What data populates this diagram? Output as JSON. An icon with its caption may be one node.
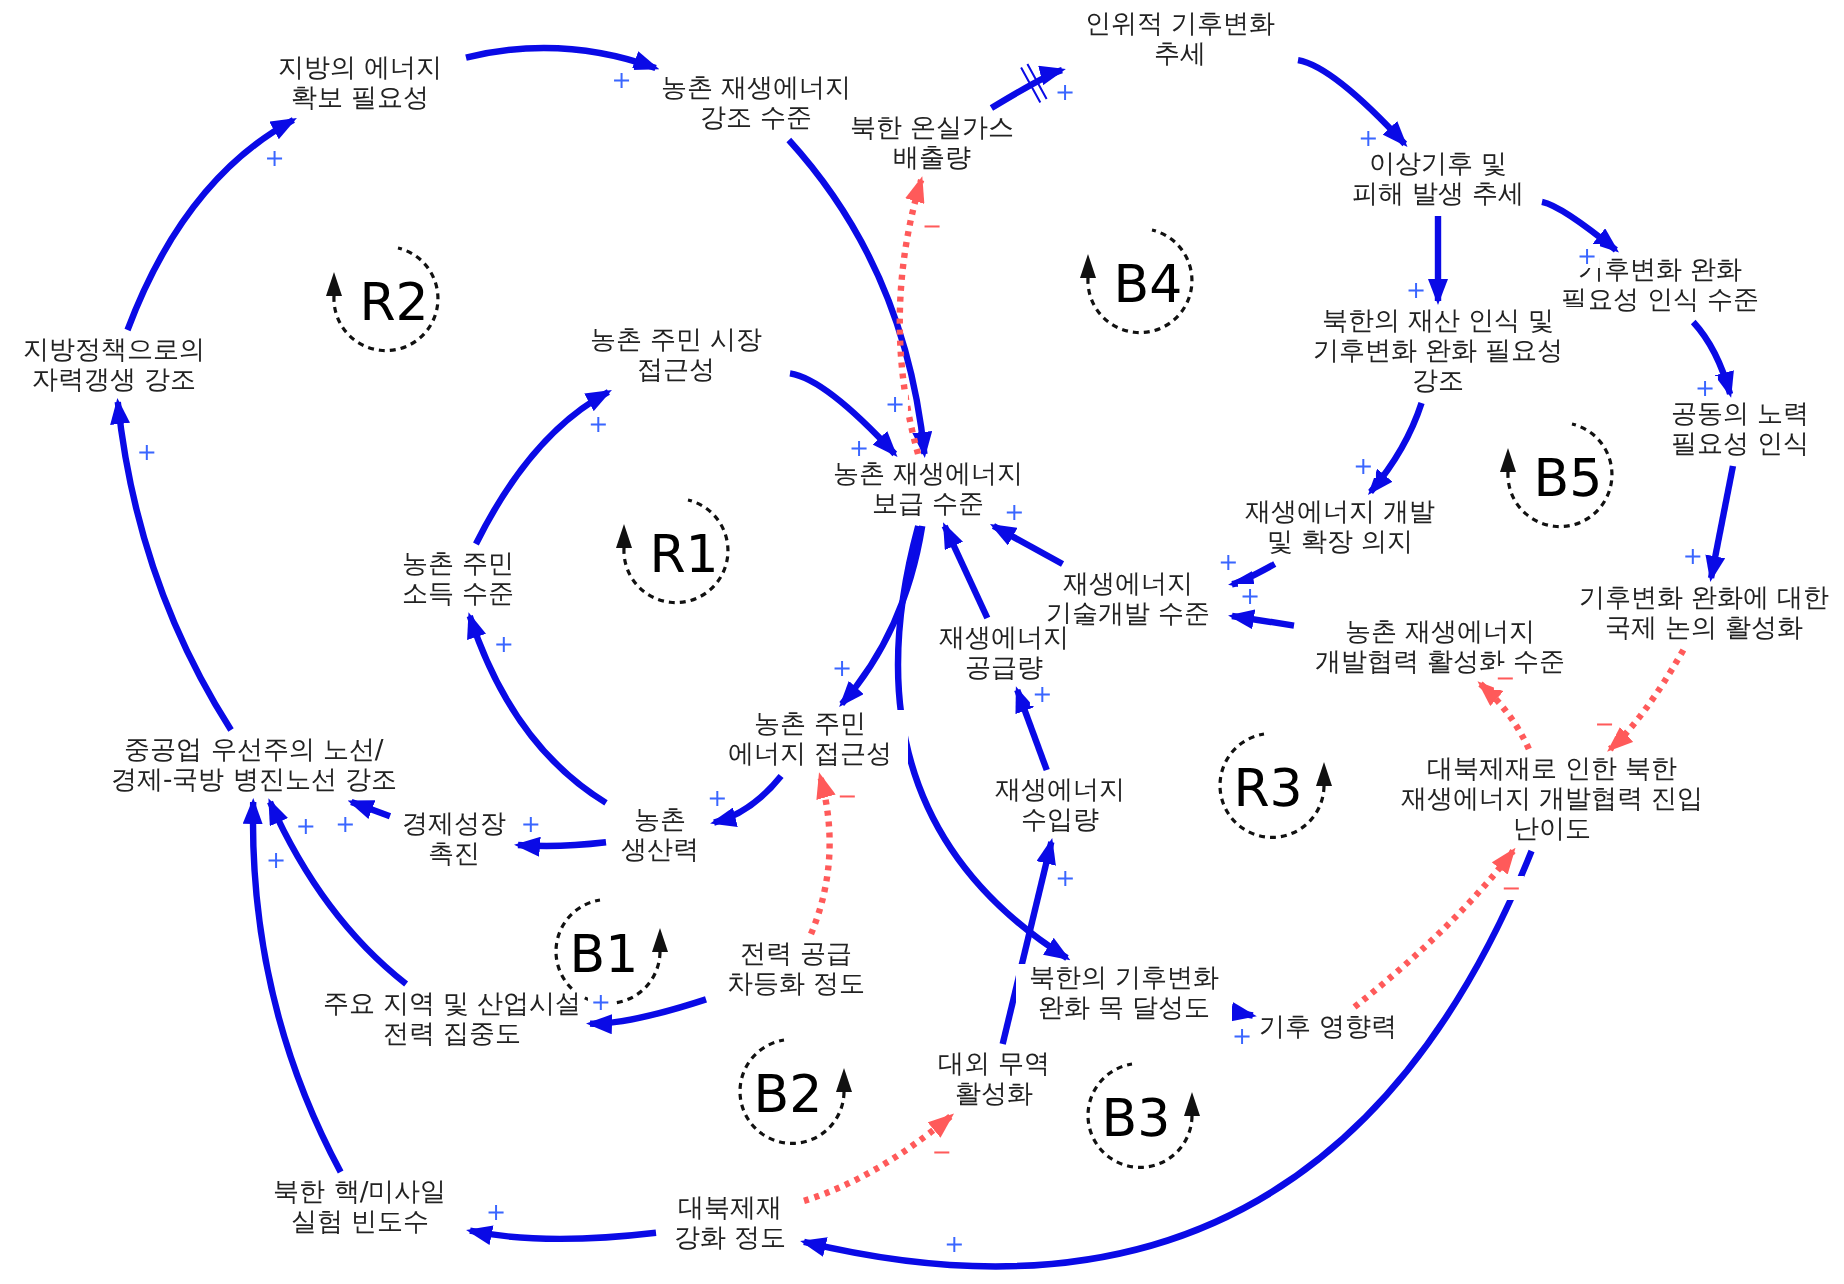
{
  "diagram": {
    "nodes": [
      {
        "text": [
          "지방의 에너지 확보 필요성"
        ]
      },
      {
        "text": [
          "농촌 재생에너지 강조 수준"
        ]
      },
      {
        "text": [
          "인위적 기후변화 추세"
        ]
      },
      {
        "text": [
          "북한 온실가스 배출량"
        ]
      },
      {
        "text": [
          "이상기후 및 피해 발생 추세"
        ]
      },
      {
        "text": [
          "지방정책으로의 자력갱생 강조"
        ]
      },
      {
        "text": [
          "농촌 주민 시장 접근성"
        ]
      },
      {
        "text": [
          "기후변화 완화 필요성 인식 수준"
        ]
      },
      {
        "text": [
          "북한의 재산 인식 및 기후변화 완화 필요성 강조"
        ]
      },
      {
        "text": [
          "공동의 노력 필요성 인식"
        ]
      },
      {
        "text": [
          "농촌 재생에너지 보급 수준"
        ]
      },
      {
        "text": [
          "재생에너지 개발 및 확장 의지"
        ]
      },
      {
        "text": [
          "농촌 주민 소득 수준"
        ]
      },
      {
        "text": [
          "재생에너지 기술개발 수준"
        ]
      },
      {
        "text": [
          "기후변화 완화에 대한 국제 논의 활성화"
        ]
      },
      {
        "text": [
          "재생에너지 공급량"
        ]
      },
      {
        "text": [
          "농촌 재생에너지 개발협력 활성화 수준"
        ]
      },
      {
        "text": [
          "농촌 주민 에너지 접근성"
        ]
      },
      {
        "text": [
          "중공업 우선주의 노선/ 경제-국방 병진노선 강조"
        ]
      },
      {
        "text": [
          "대북제재로 인한 북한 재생에너지 개발협력 진입 난이도"
        ]
      },
      {
        "text": [
          "재생에너지 수입량"
        ]
      },
      {
        "text": [
          "경제성장 촉진"
        ]
      },
      {
        "text": [
          "농촌 생산력"
        ]
      },
      {
        "text": [
          "전력 공급 차등화 정도"
        ]
      },
      {
        "text": [
          "북한의 기후변화 완화 목 달성도"
        ]
      },
      {
        "text": [
          "주요 지역 및 산업시설 전력 집중도"
        ]
      },
      {
        "text": [
          "기후 영향력"
        ]
      },
      {
        "text": [
          "대외 무역 활성화"
        ]
      },
      {
        "text": [
          "북한 핵/미사일 실험 빈도수"
        ]
      },
      {
        "text": [
          "대북제재 강화 정도"
        ]
      }
    ],
    "edges": [
      {
        "from": 5,
        "to": 0,
        "arrow": "to",
        "label": "+"
      },
      {
        "from": 0,
        "to": 1,
        "arrow": "to",
        "label": "+"
      },
      {
        "from": 1,
        "to": 10,
        "arrow": "to",
        "label": "+"
      },
      {
        "from": 3,
        "to": 2,
        "arrow": "to",
        "label": "+"
      },
      {
        "from": 10,
        "to": 3,
        "arrow": "to",
        "label": "−",
        "style": "dashed",
        "color": "#ff5a5a"
      },
      {
        "from": 2,
        "to": 4,
        "arrow": "to",
        "label": "+"
      },
      {
        "from": 4,
        "to": 8,
        "arrow": "to",
        "label": "+"
      },
      {
        "from": 4,
        "to": 7,
        "arrow": "to",
        "label": "+"
      },
      {
        "from": 7,
        "to": 9,
        "arrow": "to",
        "label": "+"
      },
      {
        "from": 9,
        "to": 14,
        "arrow": "to",
        "label": "+"
      },
      {
        "from": 8,
        "to": 11,
        "arrow": "to",
        "label": "+"
      },
      {
        "from": 11,
        "to": 13,
        "arrow": "to",
        "label": "+"
      },
      {
        "from": 16,
        "to": 13,
        "arrow": "to",
        "label": "+"
      },
      {
        "from": 13,
        "to": 10,
        "arrow": "to",
        "label": "+"
      },
      {
        "from": 15,
        "to": 10,
        "arrow": "to"
      },
      {
        "from": 20,
        "to": 15,
        "arrow": "to",
        "label": "+"
      },
      {
        "from": 27,
        "to": 20,
        "arrow": "to",
        "label": "+"
      },
      {
        "from": 29,
        "to": 27,
        "arrow": "to",
        "label": "−",
        "style": "dashed",
        "color": "#ff5a5a"
      },
      {
        "from": 29,
        "to": 28,
        "arrow": "to",
        "label": "+"
      },
      {
        "from": 28,
        "to": 18,
        "arrow": "to",
        "label": "+"
      },
      {
        "from": 25,
        "to": 18,
        "arrow": "to",
        "label": "+"
      },
      {
        "from": 21,
        "to": 18,
        "arrow": "to",
        "label": "+"
      },
      {
        "from": 18,
        "to": 5,
        "arrow": "to",
        "label": "+"
      },
      {
        "from": 22,
        "to": 21,
        "arrow": "to",
        "label": "+"
      },
      {
        "from": 22,
        "to": 12,
        "arrow": "to",
        "label": "+"
      },
      {
        "from": 12,
        "to": 6,
        "arrow": "to",
        "label": "+"
      },
      {
        "from": 6,
        "to": 10,
        "arrow": "to",
        "label": "+"
      },
      {
        "from": 10,
        "to": 17,
        "arrow": "to",
        "label": "+"
      },
      {
        "from": 17,
        "to": 22,
        "arrow": "to",
        "label": "+"
      },
      {
        "from": 23,
        "to": 17,
        "arrow": "to",
        "label": "−",
        "style": "dashed",
        "color": "#ff5a5a"
      },
      {
        "from": 23,
        "to": 25,
        "arrow": "to",
        "label": "+"
      },
      {
        "from": 10,
        "to": 24,
        "arrow": "to"
      },
      {
        "from": 24,
        "to": 26,
        "arrow": "to",
        "label": "+"
      },
      {
        "from": 26,
        "to": 19,
        "arrow": "to",
        "label": "−",
        "style": "dashed",
        "color": "#ff5a5a"
      },
      {
        "from": 19,
        "to": 29,
        "arrow": "to",
        "label": "+"
      },
      {
        "from": 19,
        "to": 16,
        "arrow": "to",
        "label": "−",
        "style": "dashed",
        "color": "#ff5a5a"
      },
      {
        "from": 14,
        "to": 19,
        "arrow": "to",
        "label": "−",
        "style": "dashed",
        "color": "#ff5a5a"
      }
    ],
    "labels": [
      "R2",
      "B4",
      "B5",
      "R1",
      "R3",
      "B1",
      "B2",
      "B3"
    ]
  }
}
